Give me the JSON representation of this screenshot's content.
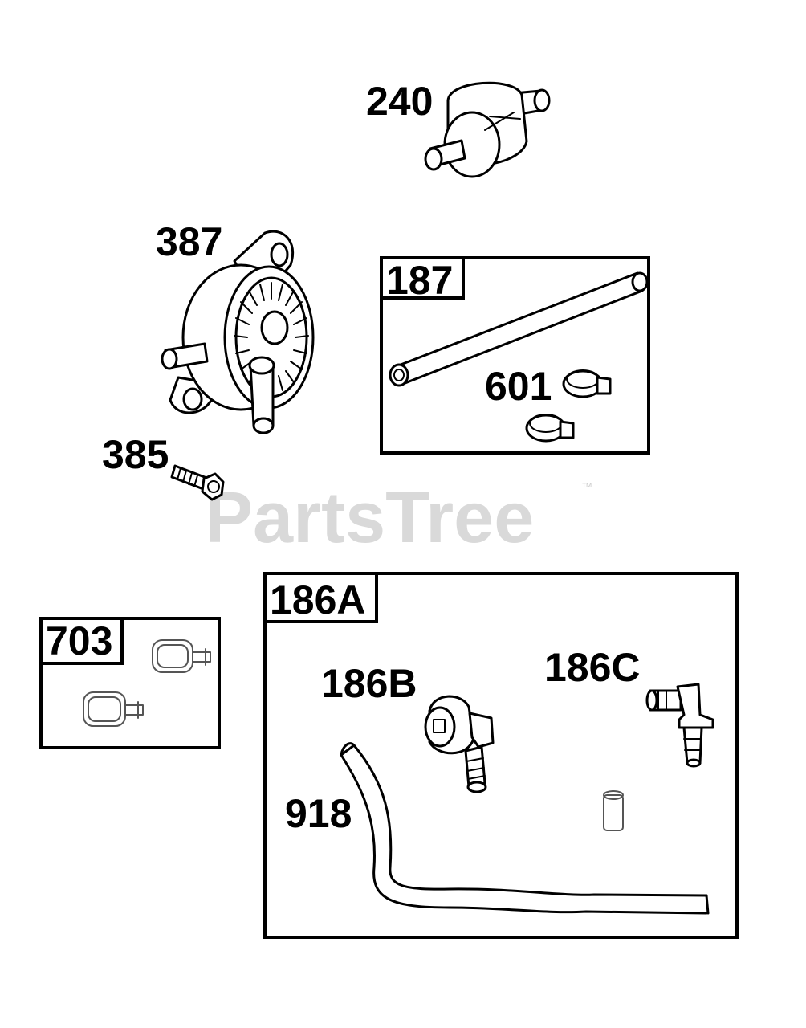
{
  "watermark": {
    "text": "PartsTree",
    "trademark": "™"
  },
  "parts": {
    "p240": "240",
    "p387": "387",
    "p385": "385",
    "p187": "187",
    "p601": "601",
    "p703": "703",
    "p186A": "186A",
    "p186B": "186B",
    "p186C": "186C",
    "p918": "918"
  }
}
